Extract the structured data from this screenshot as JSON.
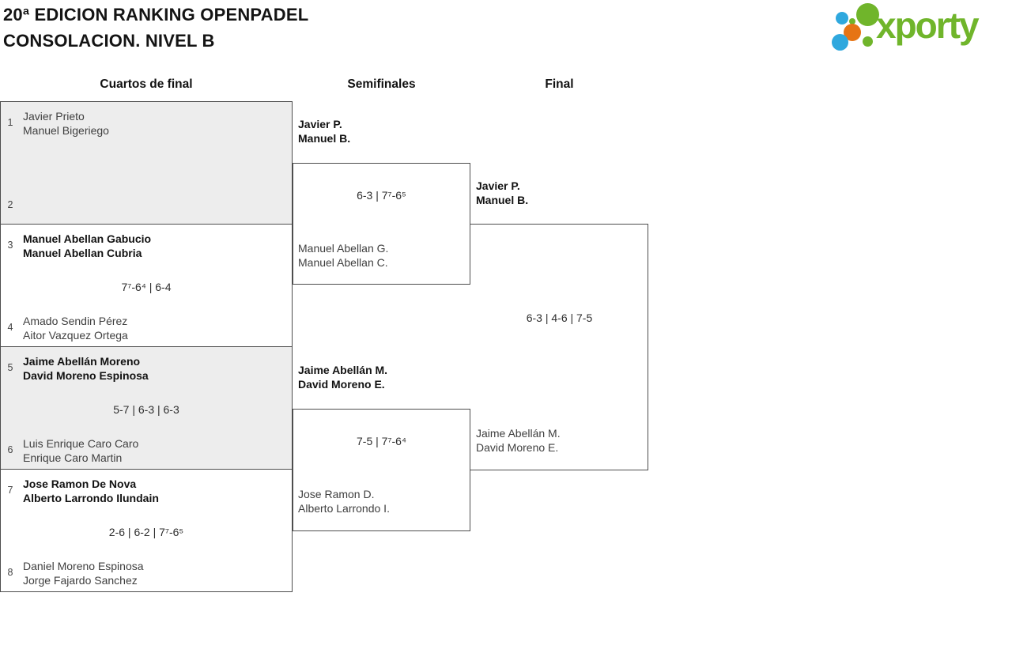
{
  "header": {
    "title_line1": "20ª EDICION RANKING OPENPADEL",
    "title_line2": "CONSOLACION. NIVEL B",
    "logo_text": "xporty",
    "logo_colors": {
      "green": "#70b52b",
      "blue": "#2fa8de",
      "orange": "#e67414"
    }
  },
  "rounds": [
    {
      "label": "Cuartos de final"
    },
    {
      "label": "Semifinales"
    },
    {
      "label": "Final"
    }
  ],
  "bracket": {
    "quarterfinals": [
      {
        "seed_top": "1",
        "seed_bottom": "2",
        "team_top": {
          "player1": "Javier Prieto",
          "player2": "Manuel Bigeriego"
        },
        "team_bottom": {
          "player1": "",
          "player2": ""
        },
        "score": ""
      },
      {
        "seed_top": "3",
        "seed_bottom": "4",
        "team_top": {
          "player1": "Manuel Abellan Gabucio",
          "player2": "Manuel Abellan Cubria"
        },
        "team_bottom": {
          "player1": "Amado Sendin Pérez",
          "player2": "Aitor Vazquez Ortega"
        },
        "score": "7⁷-6⁴ | 6-4"
      },
      {
        "seed_top": "5",
        "seed_bottom": "6",
        "team_top": {
          "player1": "Jaime Abellán Moreno",
          "player2": "David Moreno Espinosa"
        },
        "team_bottom": {
          "player1": "Luis Enrique Caro Caro",
          "player2": "Enrique Caro Martin"
        },
        "score": "5-7 | 6-3 | 6-3"
      },
      {
        "seed_top": "7",
        "seed_bottom": "8",
        "team_top": {
          "player1": "Jose Ramon De Nova",
          "player2": "Alberto Larrondo Ilundain"
        },
        "team_bottom": {
          "player1": "Daniel Moreno Espinosa",
          "player2": "Jorge Fajardo Sanchez"
        },
        "score": "2-6 | 6-2 | 7⁷-6⁵"
      }
    ],
    "semifinals": [
      {
        "team_top": {
          "player1": "Javier P.",
          "player2": "Manuel B."
        },
        "team_bottom": {
          "player1": "Manuel Abellan G.",
          "player2": "Manuel Abellan C."
        },
        "score": "6-3 | 7⁷-6⁵"
      },
      {
        "team_top": {
          "player1": "Jaime Abellán M.",
          "player2": "David Moreno E."
        },
        "team_bottom": {
          "player1": "Jose Ramon D.",
          "player2": "Alberto Larrondo I."
        },
        "score": "7-5 | 7⁷-6⁴"
      }
    ],
    "final": {
      "team_top": {
        "player1": "Javier P.",
        "player2": "Manuel B."
      },
      "team_bottom": {
        "player1": "Jaime Abellán M.",
        "player2": "David Moreno E."
      },
      "score": "6-3 | 4-6 | 7-5"
    }
  }
}
